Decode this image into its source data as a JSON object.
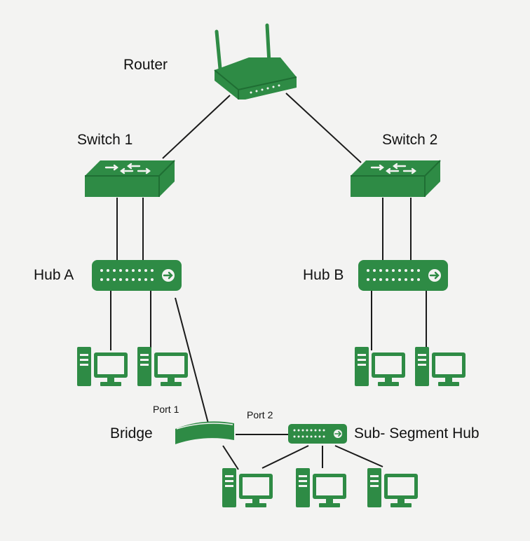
{
  "labels": {
    "router": "Router",
    "switch1": "Switch 1",
    "switch2": "Switch 2",
    "hubA": "Hub A",
    "hubB": "Hub B",
    "bridge": "Bridge",
    "port1": "Port 1",
    "port2": "Port 2",
    "subHub": "Sub- Segment Hub"
  },
  "colors": {
    "device_green": "#2e8b45",
    "device_dark": "#1f6e33",
    "link": "#1a1a1a",
    "background": "#f3f3f2"
  },
  "icons": {
    "router": "wifi-router-icon",
    "switch": "network-switch-icon",
    "hub": "network-hub-icon",
    "bridge": "bridge-icon",
    "computer": "desktop-computer-icon"
  }
}
